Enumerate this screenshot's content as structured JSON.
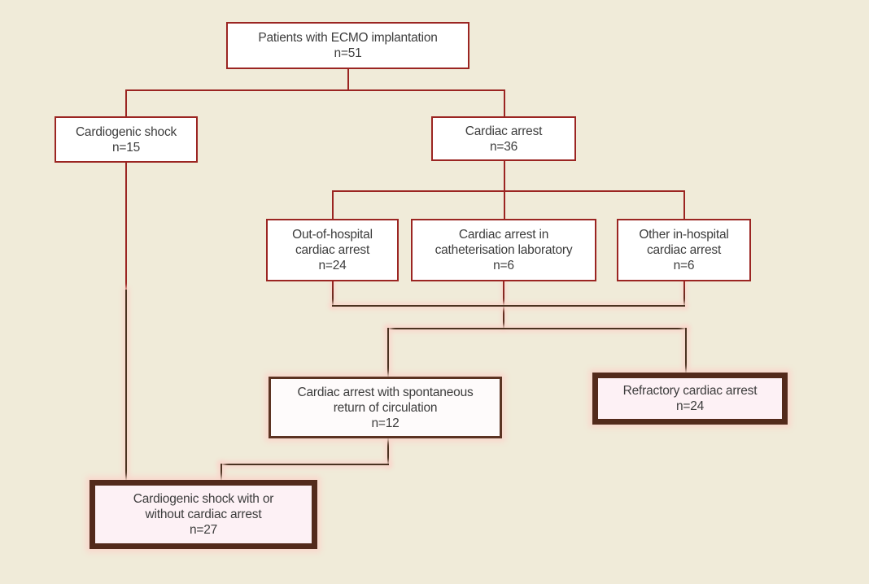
{
  "figure": {
    "type": "flowchart",
    "topic": "Patients with ECMO implantation"
  },
  "colors": {
    "background": "#f0ebd9",
    "red": "#9b2522",
    "brown": "#4a3220",
    "brown_border": "#5b3322",
    "thick_border": "#532a1b",
    "box_fill": "#ffffff",
    "rosc_fill": "#fefbfb",
    "emphasis_fill": "#fdf1f5",
    "glow": "#f9d7cc",
    "text": "#3d3d3d"
  },
  "nodes": [
    {
      "id": "patients",
      "lines": [
        "Patients with ECMO implantation",
        "n=51"
      ],
      "emphasis": false
    },
    {
      "id": "cardiogenic-shock",
      "lines": [
        "Cardiogenic shock",
        "n=15"
      ],
      "emphasis": false
    },
    {
      "id": "cardiac-arrest",
      "lines": [
        "Cardiac arrest",
        "n=36"
      ],
      "emphasis": false
    },
    {
      "id": "out-of-hospital",
      "lines": [
        "Out-of-hospital",
        "cardiac arrest",
        "n=24"
      ],
      "emphasis": false
    },
    {
      "id": "cath-lab",
      "lines": [
        "Cardiac arrest in",
        "catheterisation laboratory",
        "n=6"
      ],
      "emphasis": false
    },
    {
      "id": "other-in-hospital",
      "lines": [
        "Other in-hospital",
        "cardiac arrest",
        "n=6"
      ],
      "emphasis": false
    },
    {
      "id": "rosc",
      "lines": [
        "Cardiac arrest with spontaneous",
        "return of circulation",
        "n=12"
      ],
      "emphasis": false
    },
    {
      "id": "refractory",
      "lines": [
        "Refractory cardiac arrest",
        "n=24"
      ],
      "emphasis": true
    },
    {
      "id": "shock-with-or-without-arrest",
      "lines": [
        "Cardiogenic shock with or",
        "without cardiac arrest",
        "n=27"
      ],
      "emphasis": true
    }
  ],
  "edges": [
    {
      "from": "patients",
      "to": "cardiogenic-shock"
    },
    {
      "from": "patients",
      "to": "cardiac-arrest"
    },
    {
      "from": "cardiac-arrest",
      "to": "out-of-hospital"
    },
    {
      "from": "cardiac-arrest",
      "to": "cath-lab"
    },
    {
      "from": "cardiac-arrest",
      "to": "other-in-hospital"
    },
    {
      "from": "out-of-hospital + cath-lab + other-in-hospital (merged)",
      "to": "rosc"
    },
    {
      "from": "out-of-hospital + cath-lab + other-in-hospital (merged)",
      "to": "refractory"
    },
    {
      "from": "cardiogenic-shock",
      "to": "shock-with-or-without-arrest"
    },
    {
      "from": "rosc",
      "to": "shock-with-or-without-arrest"
    }
  ]
}
